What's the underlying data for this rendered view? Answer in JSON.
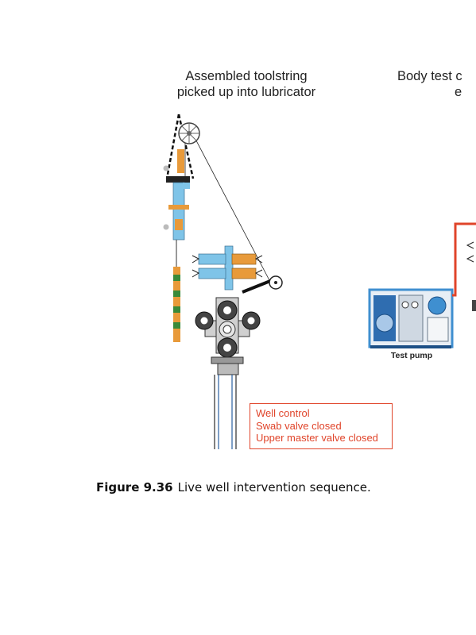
{
  "figure": {
    "left_heading_line1": "Assembled toolstring",
    "left_heading_line2": "picked up into lubricator",
    "right_heading_line1": "Body test c",
    "right_heading_line2": "e",
    "pump_label": "Test pump",
    "well_control": {
      "line1": "Well control",
      "line2": "Swab valve closed",
      "line3": "Upper master valve closed"
    }
  },
  "caption": {
    "number": "Figure 9.36",
    "text": "Live well intervention sequence."
  },
  "colors": {
    "annotation_red": "#e0442a",
    "lubricator_blue": "#7fc4e8",
    "valve_orange": "#e89a3a",
    "pump_blue": "#3f8fd0"
  }
}
